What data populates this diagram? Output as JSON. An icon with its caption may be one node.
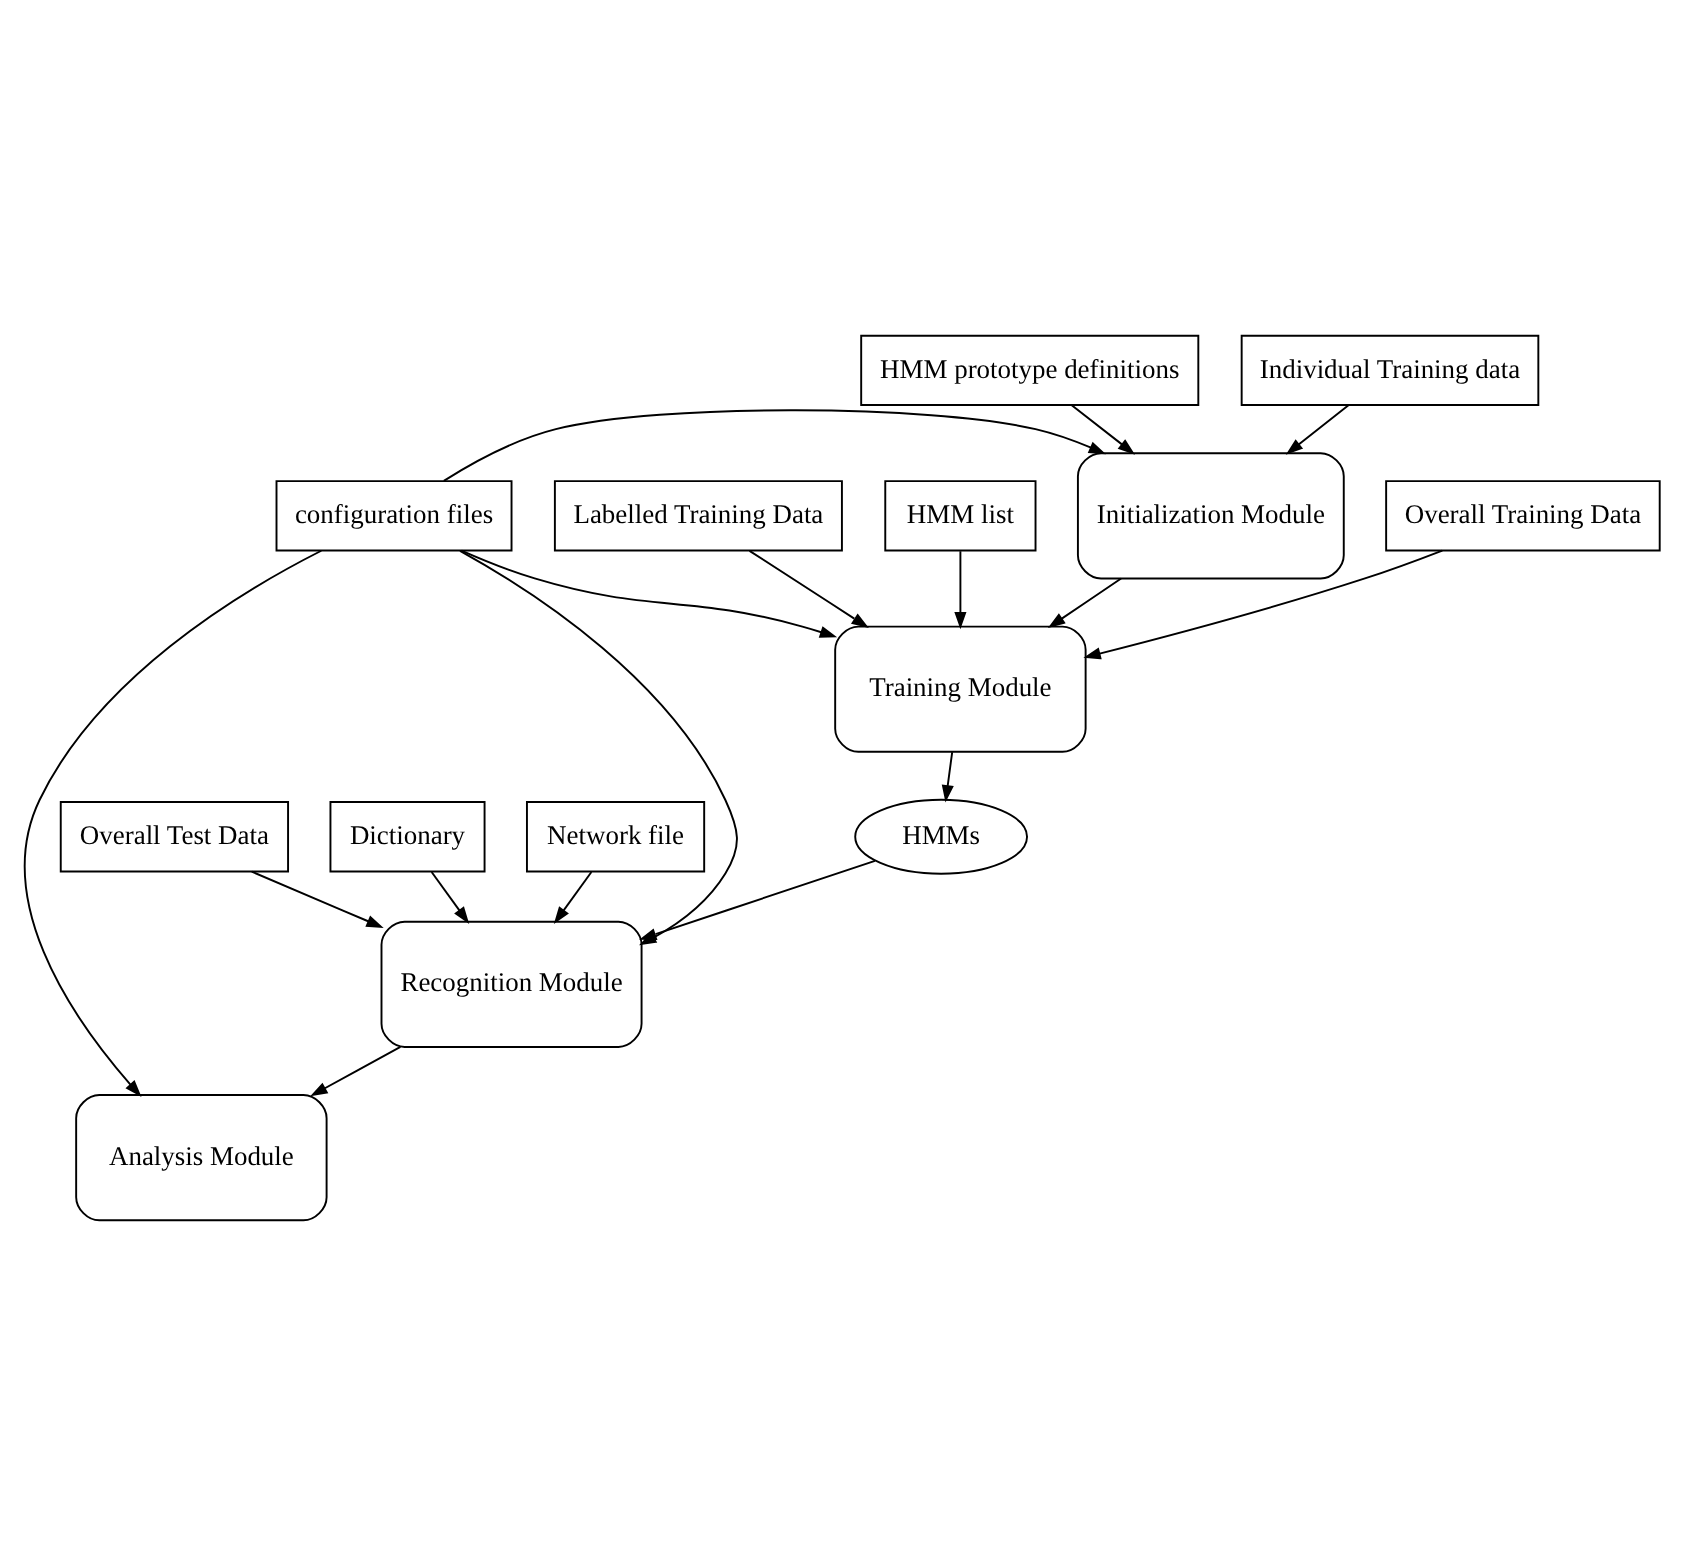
{
  "diagram": {
    "nodes": [
      {
        "text": [
          "HMM prototype definitions"
        ]
      },
      {
        "text": [
          "configuration files"
        ]
      },
      {
        "text": [
          "Initialization Module"
        ]
      },
      {
        "text": [
          "Individual Training data"
        ]
      },
      {
        "text": [
          "Overall Training Data"
        ]
      },
      {
        "text": [
          "Training Module"
        ]
      },
      {
        "text": [
          "Labelled Training Data"
        ]
      },
      {
        "text": [
          "HMM list"
        ]
      },
      {
        "text": [
          "HMMs"
        ]
      },
      {
        "text": [
          "Recognition Module"
        ]
      },
      {
        "text": [
          "Overall Test Data"
        ]
      },
      {
        "text": [
          "Dictionary"
        ]
      },
      {
        "text": [
          "Analysis Module"
        ]
      },
      {
        "text": [
          "Network file"
        ]
      }
    ],
    "edges": [
      {
        "from": 0,
        "to": 2,
        "arrow": "to"
      },
      {
        "from": 3,
        "to": 2,
        "arrow": "to"
      },
      {
        "from": 1,
        "to": 2,
        "arrow": "to"
      },
      {
        "from": 2,
        "to": 5,
        "arrow": "to"
      },
      {
        "from": 1,
        "to": 5,
        "arrow": "to"
      },
      {
        "from": 4,
        "to": 5,
        "arrow": "to"
      },
      {
        "from": 6,
        "to": 5,
        "arrow": "to"
      },
      {
        "from": 7,
        "to": 5,
        "arrow": "to"
      },
      {
        "from": 5,
        "to": 8,
        "arrow": "to"
      },
      {
        "from": 8,
        "to": 9,
        "arrow": "to"
      },
      {
        "from": 1,
        "to": 9,
        "arrow": "to"
      },
      {
        "from": 1,
        "to": 12,
        "arrow": "to"
      },
      {
        "from": 10,
        "to": 9,
        "arrow": "to"
      },
      {
        "from": 11,
        "to": 9,
        "arrow": "to"
      },
      {
        "from": 13,
        "to": 9,
        "arrow": "to"
      },
      {
        "from": 9,
        "to": 12,
        "arrow": "to"
      }
    ]
  }
}
